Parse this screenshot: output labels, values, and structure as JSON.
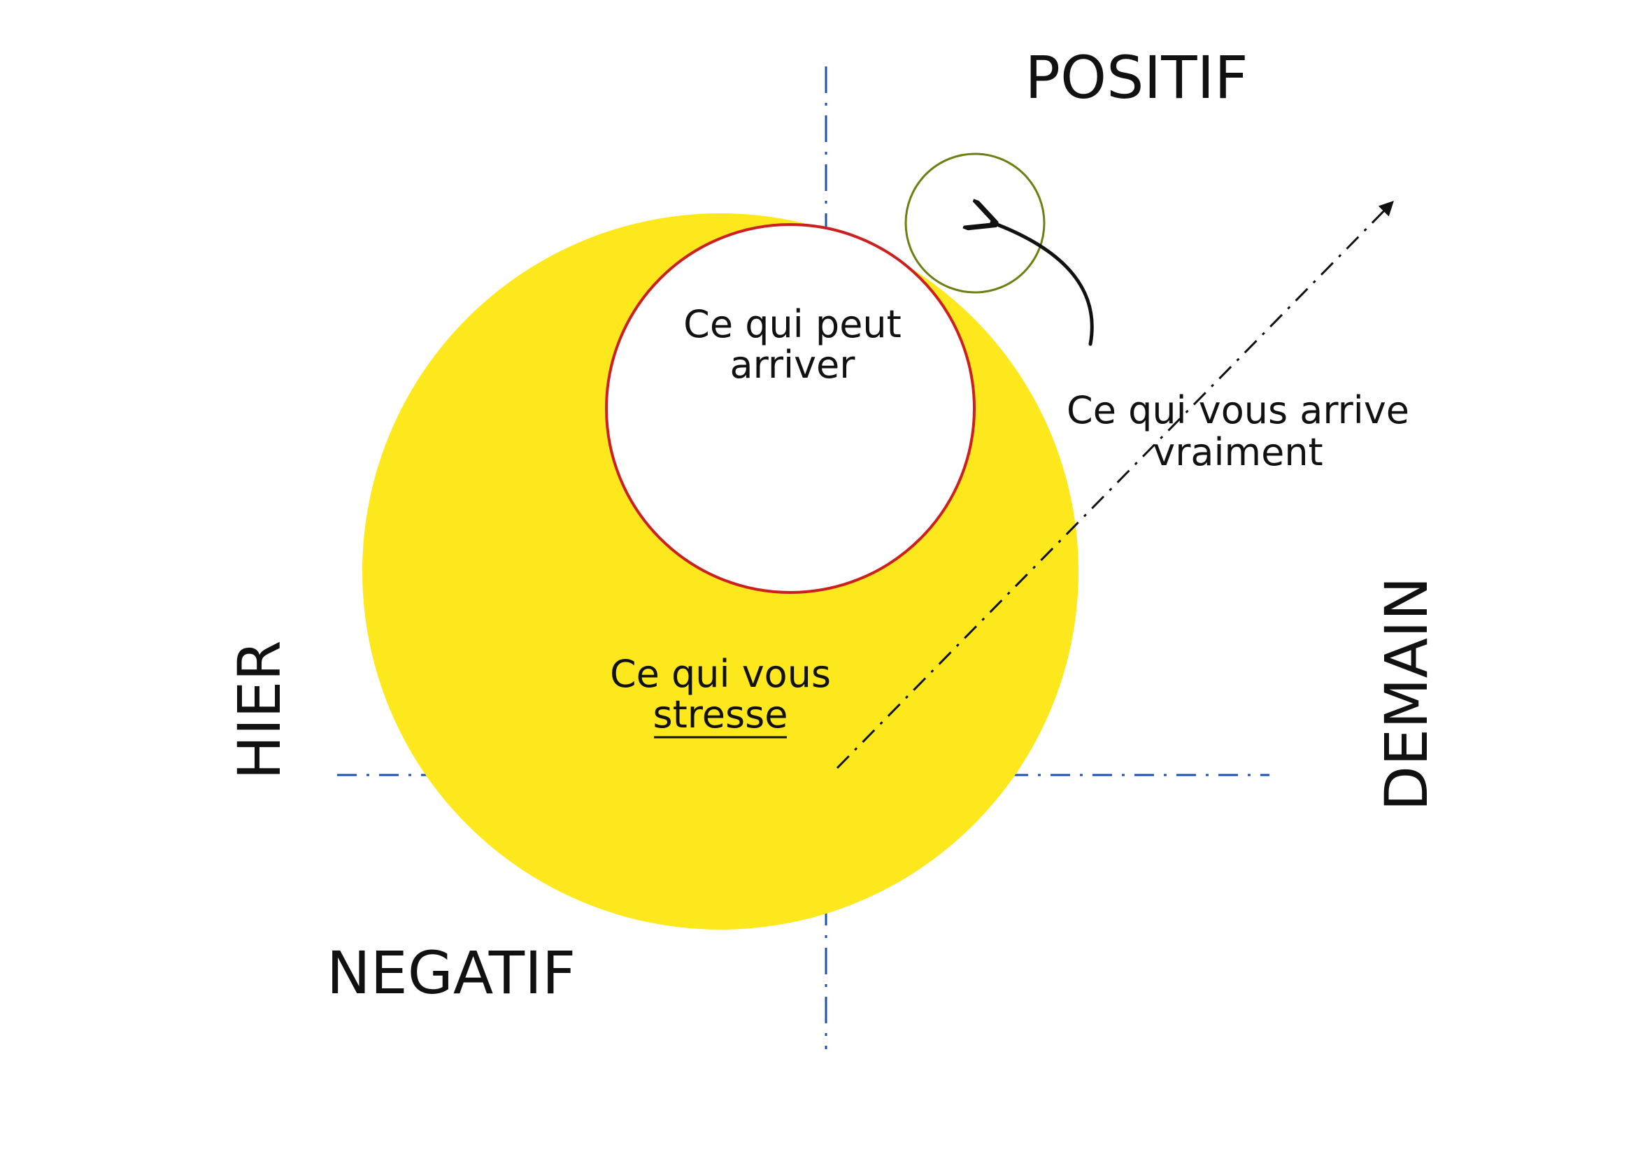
{
  "axes": {
    "top_label": "POSITIF",
    "bottom_label": "NEGATIF",
    "left_label": "HIER",
    "right_label": "DEMAIN"
  },
  "zones": {
    "stress_line1": "Ce qui vous",
    "stress_line2": "stresse",
    "possible_line1": "Ce qui peut",
    "possible_line2": "arriver",
    "reality_line1": "Ce qui vous arrive",
    "reality_line2": "vraiment"
  },
  "colors": {
    "stress_fill": "#fde81e",
    "possible_stroke": "#cc1f1f",
    "reality_stroke": "#6e7e12",
    "axis_stroke": "#1d4fb0",
    "arrow_stroke": "#111111"
  }
}
